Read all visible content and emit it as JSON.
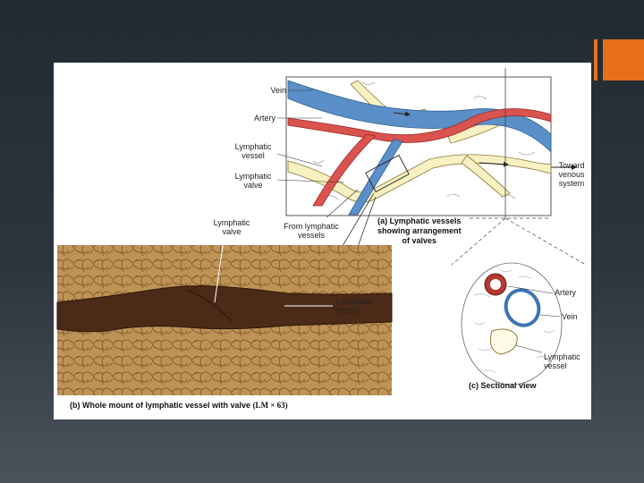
{
  "panel_a": {
    "vein": "Vein",
    "artery": "Artery",
    "lymphatic_vessel": [
      "Lymphatic",
      "vessel"
    ],
    "lymphatic_valve": [
      "Lymphatic",
      "valve"
    ],
    "from_lymphatic": [
      "From lymphatic",
      "vessels"
    ],
    "toward": [
      "Toward",
      "venous",
      "system"
    ],
    "caption": [
      "(a) Lymphatic vessels",
      "showing arrangement",
      "of valves"
    ]
  },
  "panel_b": {
    "valve_label": [
      "Lymphatic",
      "valve"
    ],
    "vessel_label": [
      "Lymphatic",
      "vessel"
    ],
    "caption": "(b) Whole mount of lymphatic vessel with valve",
    "magnification": "(LM × 63)"
  },
  "panel_c": {
    "artery": "Artery",
    "vein": "Vein",
    "lymphatic_vessel": [
      "Lymphatic",
      "vessel"
    ],
    "caption": "(c) Sectional view"
  },
  "colors": {
    "accent": "#e8701a",
    "vein": "#5a8fc8",
    "artery": "#d9534f",
    "lymph": "#f7f0c0",
    "tissue": "#b98a4a",
    "vessel_dark": "#4b2a18"
  }
}
